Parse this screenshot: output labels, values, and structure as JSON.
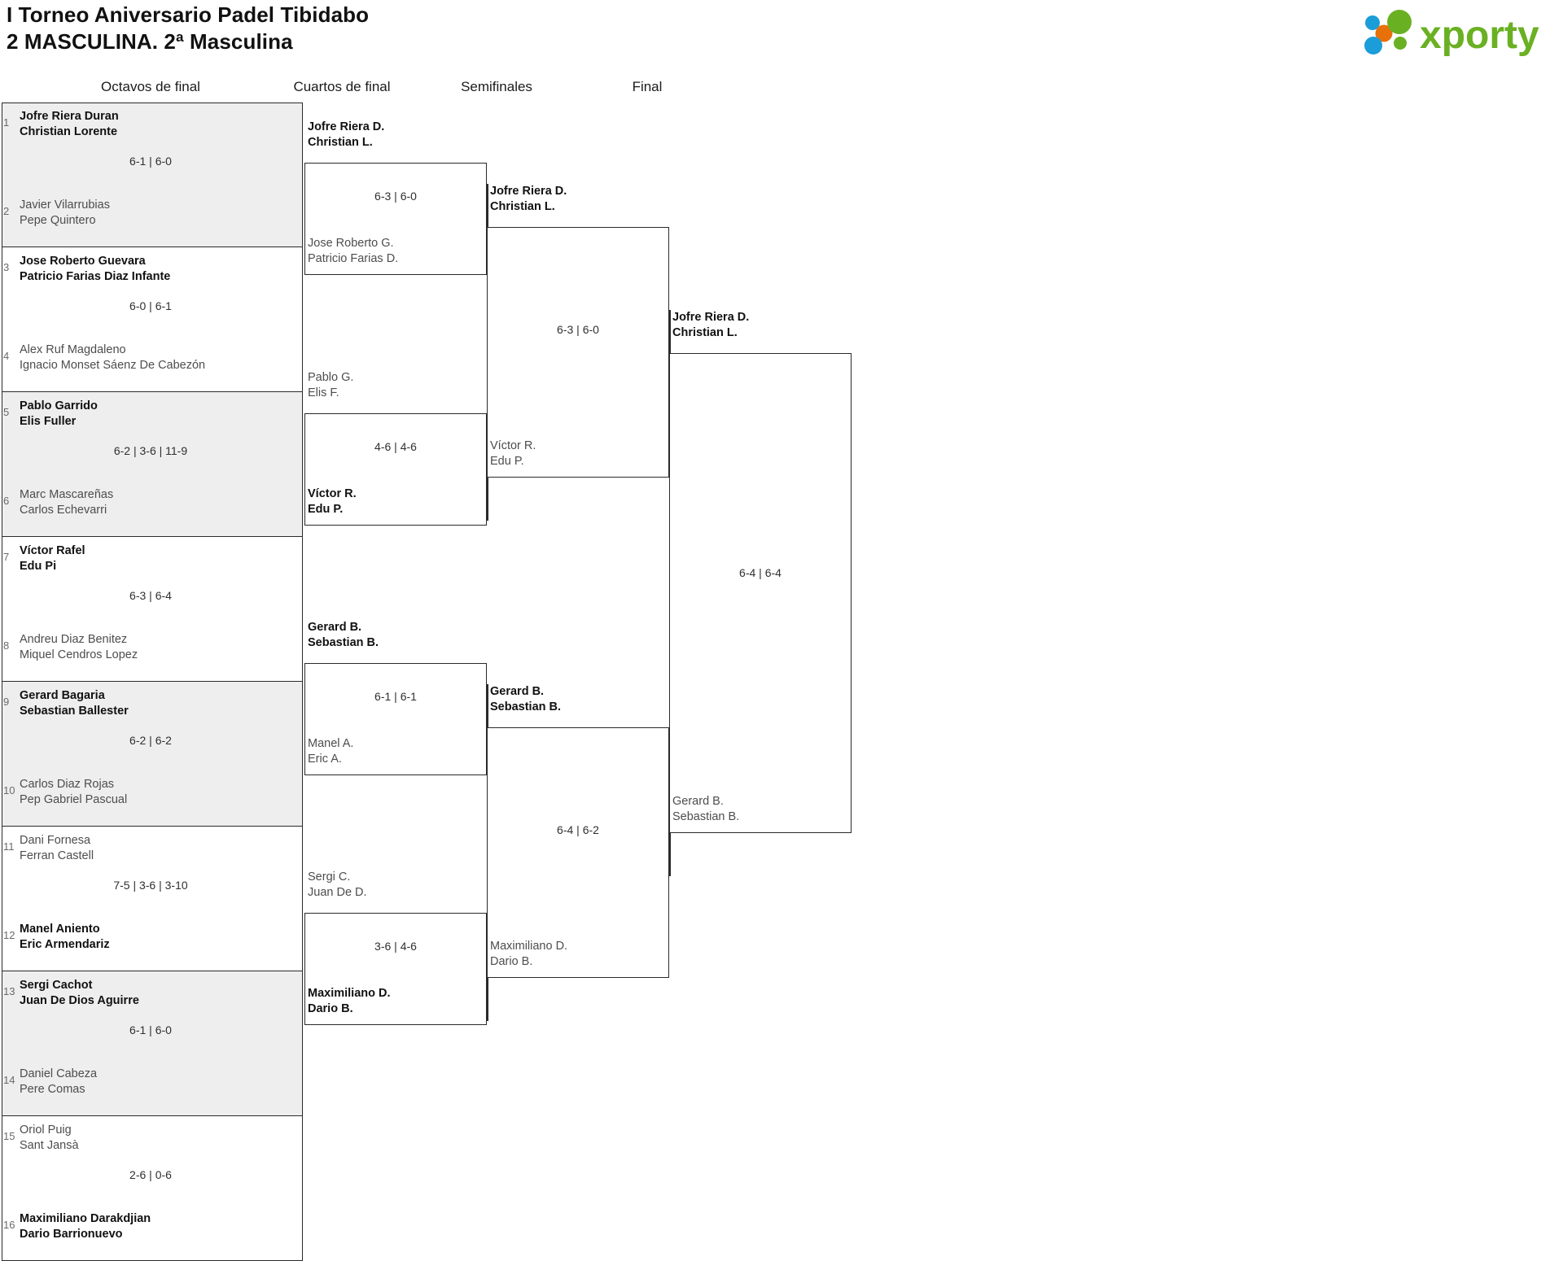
{
  "header": {
    "title_line1": "I Torneo Aniversario Padel Tibidabo",
    "title_line2": "2 MASCULINA. 2ª Masculina",
    "logo_text": "xporty",
    "logo_colors": {
      "green": "#6ab023",
      "blue": "#1b9dd9",
      "orange": "#e8700a"
    }
  },
  "rounds": [
    {
      "id": "octavos",
      "label": "Octavos de final"
    },
    {
      "id": "cuartos",
      "label": "Cuartos de final"
    },
    {
      "id": "semis",
      "label": "Semifinales"
    },
    {
      "id": "final",
      "label": "Final"
    }
  ],
  "round1": [
    {
      "score": "6-1 | 6-0",
      "shaded": true,
      "top": {
        "seed": "1",
        "p1": "Jofre Riera Duran",
        "p2": "Christian Lorente",
        "winner": true
      },
      "bottom": {
        "seed": "2",
        "p1": "Javier Vilarrubias",
        "p2": "Pepe Quintero",
        "winner": false
      }
    },
    {
      "score": "6-0 | 6-1",
      "shaded": false,
      "top": {
        "seed": "3",
        "p1": "Jose Roberto Guevara",
        "p2": "Patricio Farias Diaz Infante",
        "winner": true
      },
      "bottom": {
        "seed": "4",
        "p1": "Alex Ruf Magdaleno",
        "p2": "Ignacio Monset Sáenz De Cabezón",
        "winner": false
      }
    },
    {
      "score": "6-2 | 3-6 | 11-9",
      "shaded": true,
      "top": {
        "seed": "5",
        "p1": "Pablo Garrido",
        "p2": "Elis Fuller",
        "winner": true
      },
      "bottom": {
        "seed": "6",
        "p1": "Marc Mascareñas",
        "p2": "Carlos Echevarri",
        "winner": false
      }
    },
    {
      "score": "6-3 | 6-4",
      "shaded": false,
      "top": {
        "seed": "7",
        "p1": "Víctor Rafel",
        "p2": "Edu Pi",
        "winner": true
      },
      "bottom": {
        "seed": "8",
        "p1": "Andreu Diaz Benitez",
        "p2": "Miquel Cendros Lopez",
        "winner": false
      }
    },
    {
      "score": "6-2 | 6-2",
      "shaded": true,
      "top": {
        "seed": "9",
        "p1": "Gerard Bagaria",
        "p2": "Sebastian Ballester",
        "winner": true
      },
      "bottom": {
        "seed": "10",
        "p1": "Carlos Diaz Rojas",
        "p2": "Pep Gabriel Pascual",
        "winner": false
      }
    },
    {
      "score": "7-5 | 3-6 | 3-10",
      "shaded": false,
      "top": {
        "seed": "11",
        "p1": "Dani Fornesa",
        "p2": "Ferran Castell",
        "winner": false
      },
      "bottom": {
        "seed": "12",
        "p1": "Manel Aniento",
        "p2": "Eric Armendariz",
        "winner": true
      }
    },
    {
      "score": "6-1 | 6-0",
      "shaded": true,
      "top": {
        "seed": "13",
        "p1": "Sergi Cachot",
        "p2": "Juan De Dios Aguirre",
        "winner": true
      },
      "bottom": {
        "seed": "14",
        "p1": "Daniel Cabeza",
        "p2": "Pere Comas",
        "winner": false
      }
    },
    {
      "score": "2-6 | 0-6",
      "shaded": false,
      "top": {
        "seed": "15",
        "p1": "Oriol Puig",
        "p2": "Sant Jansà",
        "winner": false
      },
      "bottom": {
        "seed": "16",
        "p1": "Maximiliano Darakdjian",
        "p2": "Dario Barrionuevo",
        "winner": true
      }
    }
  ],
  "round2": [
    {
      "score": "6-3 | 6-0",
      "top": {
        "p1": "Jofre Riera D.",
        "p2": "Christian L.",
        "winner": true
      },
      "bottom": {
        "p1": "Jose Roberto G.",
        "p2": "Patricio Farias D.",
        "winner": false
      }
    },
    {
      "score": "4-6 | 4-6",
      "top": {
        "p1": "Pablo G.",
        "p2": "Elis F.",
        "winner": false
      },
      "bottom": {
        "p1": "Víctor R.",
        "p2": "Edu P.",
        "winner": true
      }
    },
    {
      "score": "6-1 | 6-1",
      "top": {
        "p1": "Gerard B.",
        "p2": "Sebastian B.",
        "winner": true
      },
      "bottom": {
        "p1": "Manel A.",
        "p2": "Eric A.",
        "winner": false
      }
    },
    {
      "score": "3-6 | 4-6",
      "top": {
        "p1": "Sergi C.",
        "p2": "Juan De D.",
        "winner": false
      },
      "bottom": {
        "p1": "Maximiliano D.",
        "p2": "Dario B.",
        "winner": true
      }
    }
  ],
  "round3": [
    {
      "score": "6-3 | 6-0",
      "top": {
        "p1": "Jofre Riera D.",
        "p2": "Christian L.",
        "winner": true
      },
      "bottom": {
        "p1": "Víctor R.",
        "p2": "Edu P.",
        "winner": false
      }
    },
    {
      "score": "6-4 | 6-2",
      "top": {
        "p1": "Gerard B.",
        "p2": "Sebastian B.",
        "winner": true
      },
      "bottom": {
        "p1": "Maximiliano D.",
        "p2": "Dario B.",
        "winner": false
      }
    }
  ],
  "round4": [
    {
      "score": "6-4 | 6-4",
      "top": {
        "p1": "Jofre Riera D.",
        "p2": "Christian L.",
        "winner": true
      },
      "bottom": {
        "p1": "Gerard B.",
        "p2": "Sebastian B.",
        "winner": false
      }
    }
  ]
}
